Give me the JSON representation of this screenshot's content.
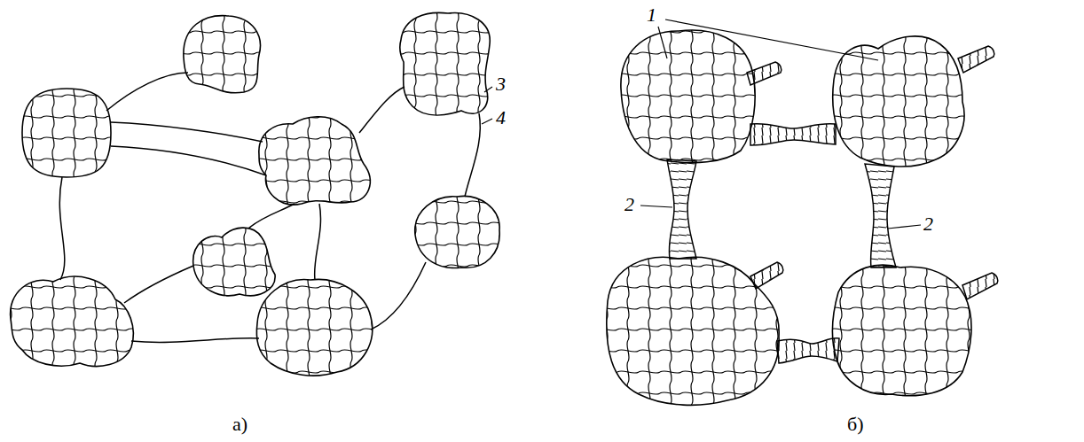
{
  "diagram": {
    "labels": [
      "3",
      "4",
      "1",
      "2",
      "2",
      "а)",
      "б)"
    ]
  }
}
